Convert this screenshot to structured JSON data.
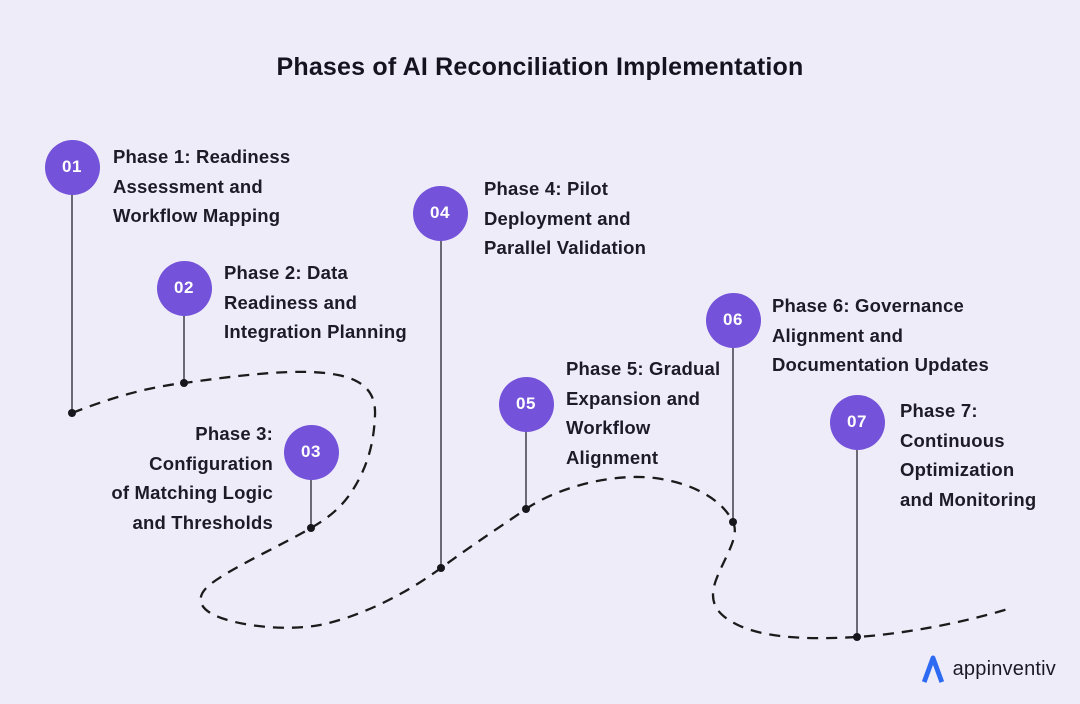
{
  "title": "Phases of AI Reconciliation Implementation",
  "phases": [
    {
      "number": "01",
      "lines": [
        "Phase 1: Readiness",
        "Assessment and",
        "Workflow Mapping"
      ]
    },
    {
      "number": "02",
      "lines": [
        "Phase 2: Data",
        "Readiness and",
        "Integration Planning"
      ]
    },
    {
      "number": "03",
      "lines": [
        "Phase 3:",
        "Configuration",
        "of Matching Logic",
        "and Thresholds"
      ]
    },
    {
      "number": "04",
      "lines": [
        "Phase 4: Pilot",
        "Deployment and",
        "Parallel Validation"
      ]
    },
    {
      "number": "05",
      "lines": [
        "Phase 5: Gradual",
        "Expansion and",
        "Workflow",
        "Alignment"
      ]
    },
    {
      "number": "06",
      "lines": [
        "Phase 6: Governance",
        "Alignment and",
        "Documentation Updates"
      ]
    },
    {
      "number": "07",
      "lines": [
        "Phase 7:",
        "Continuous",
        "Optimization",
        "and Monitoring"
      ]
    }
  ],
  "logo": {
    "text": "appinventiv"
  },
  "colors": {
    "background": "#eeecf9",
    "node_fill": "#7452d9",
    "node_text": "#ffffff",
    "label_text": "#1d1c26",
    "title_text": "#15141e",
    "dashed_path": "#1b1b1b",
    "stem": "#6b6976",
    "dot": "#17161c",
    "logo_accent": "#2e6bf3",
    "logo_text": "#1b1a24"
  }
}
